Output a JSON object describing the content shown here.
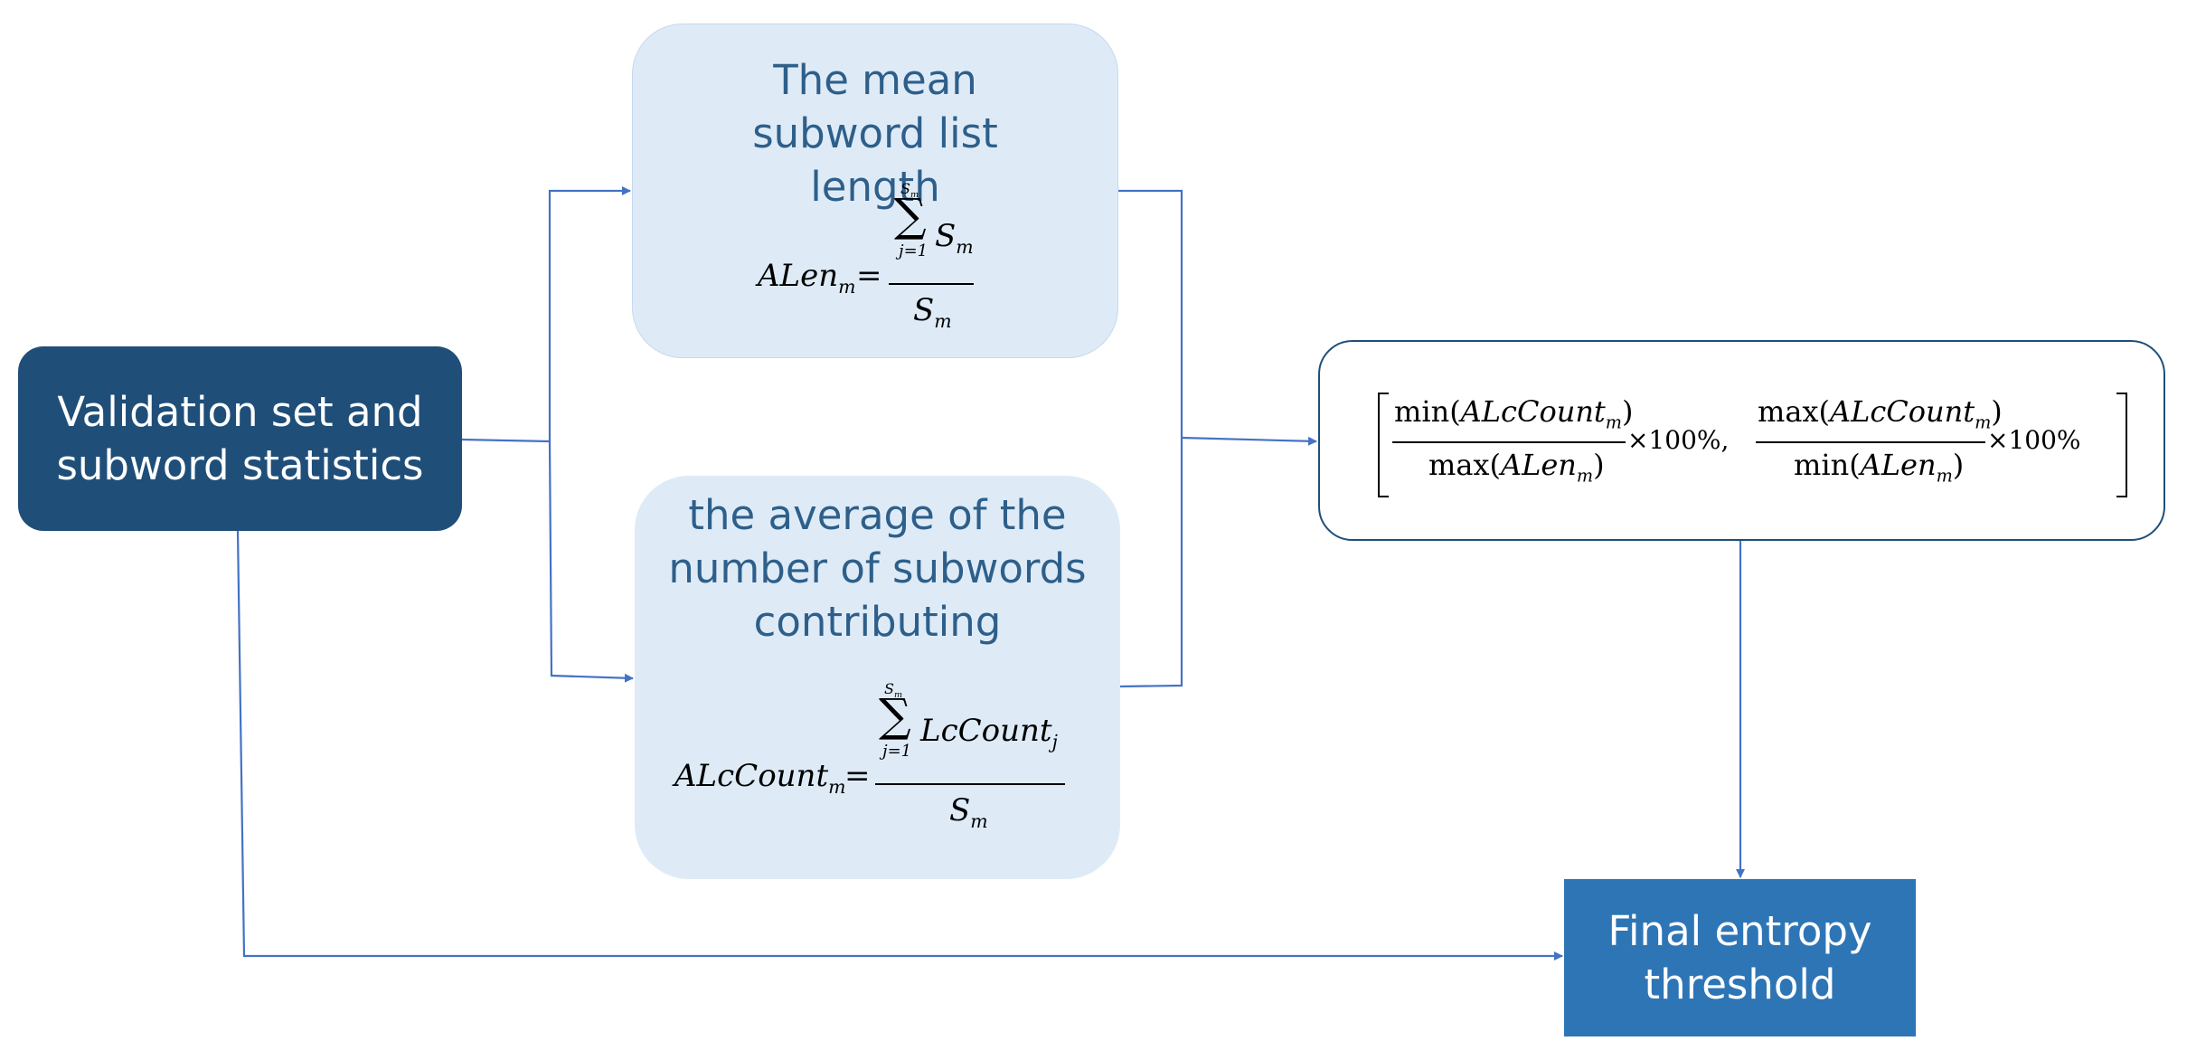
{
  "nodes": {
    "validation": {
      "label": "Validation set and subword statistics"
    },
    "mean_length": {
      "label": "The mean subword list length",
      "formula": {
        "lhs": "ALen",
        "lhs_sub": "m",
        "eq": "=",
        "sum_upper": "S",
        "sum_upper_sub": "m",
        "sum_lower": "j=1",
        "numerator": "S",
        "numerator_sub": "m",
        "denominator": "S",
        "denominator_sub": "m"
      }
    },
    "average_count": {
      "label": "the average of the number of subwords contributing",
      "formula": {
        "lhs": "ALcCount",
        "lhs_sub": "m",
        "eq": "=",
        "sum_upper": "S",
        "sum_upper_sub": "m",
        "sum_lower": "j=1",
        "numerator": "LcCount",
        "numerator_sub": "j",
        "denominator": "S",
        "denominator_sub": "m"
      }
    },
    "range": {
      "left_num_fn": "min",
      "left_num_var": "ALcCount",
      "left_num_sub": "m",
      "left_den_fn": "max",
      "left_den_var": "ALen",
      "left_den_sub": "m",
      "right_num_fn": "max",
      "right_num_var": "ALcCount",
      "right_num_sub": "m",
      "right_den_fn": "min",
      "right_den_var": "ALen",
      "right_den_sub": "m",
      "times_text": "×100%,",
      "times_text_end": "×100%"
    },
    "final": {
      "label": "Final entropy threshold"
    }
  },
  "colors": {
    "dark_navy": "#1f4e79",
    "light_blue_fill": "#deebf7",
    "box_text": "#2e5f8a",
    "medium_blue": "#2e75b6",
    "connector": "#4472c4"
  }
}
